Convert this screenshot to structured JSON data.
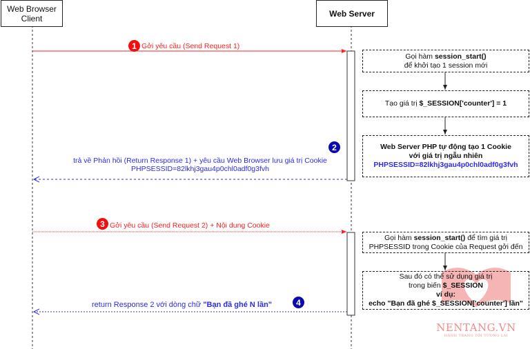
{
  "actors": {
    "browser": {
      "title": "Web Browser",
      "subtitle": "Client"
    },
    "server": {
      "title": "Web Server"
    }
  },
  "messages": [
    {
      "badge": "1",
      "text": "Gởi yêu cầu (Send Request 1)",
      "color": "#ff2020",
      "style": "solid"
    },
    {
      "badge": "2",
      "line1": "trả về Phản hồi (Return Response 1) + yêu cầu Web Browser lưu giá trị Cookie",
      "line2": "PHPSESSID=82lkhj3gau4p0chl0adf0g3fvh",
      "color": "#2b2be8",
      "style": "dashed"
    },
    {
      "badge": "3",
      "text": "Gởi yêu cầu (Send Request 2) + Nội dung Cookie",
      "color": "#ff2020",
      "style": "dotted"
    },
    {
      "badge": "4",
      "text_plain": "return Response 2 với dòng chữ ",
      "text_bold": "\"Bạn đã ghé N lần\"",
      "color": "#2b2be8",
      "style": "dotted"
    }
  ],
  "boxes": [
    {
      "l1_a": "Gọi hàm ",
      "l1_b": "session_start()",
      "l2": "để khởi tạo 1 session mới"
    },
    {
      "l1_a": "Tạo giá trị ",
      "l1_b": "$_SESSION['counter'] = 1"
    },
    {
      "l1": "Web Server PHP tự động tạo 1 Cookie",
      "l2": "với giá trị ngẫu nhiên",
      "l3": "PHPSESSID=82lkhj3gau4p0chl0adf0g3fvh"
    },
    {
      "l1_a": "Gọi hàm ",
      "l1_b": "session_start()",
      "l1_c": " để tìm giá trị",
      "l2": "PHPSESSID trong Cookie của Request gởi đến"
    },
    {
      "l1": "Sau đó có thể sử dụng giá trị",
      "l2_a": "trong biến ",
      "l2_b": "$_SESSION",
      "l3": "ví dụ:",
      "l4": "echo \"Bạn đã ghé $_SESSION['counter'] lần\""
    }
  ],
  "watermark": {
    "title": "NENTANG.VN",
    "tagline": "HÀNH TRANG TỚI TƯƠNG LAI"
  }
}
